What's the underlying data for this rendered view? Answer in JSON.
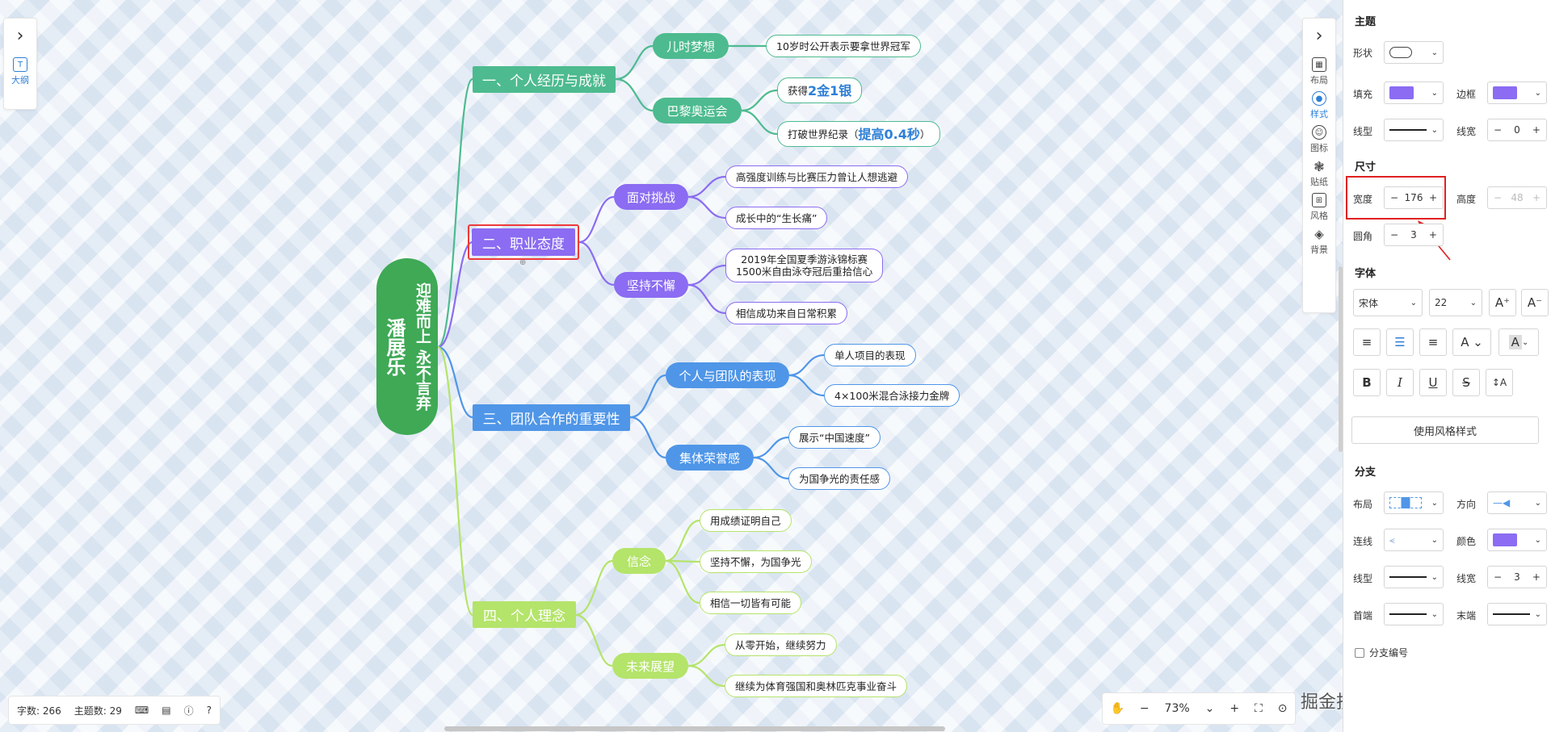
{
  "left_panel": {
    "outline_label": "大纲"
  },
  "root": {
    "col1": "迎难而上 永不言弃",
    "col2": "潘展乐"
  },
  "topics": [
    {
      "label": "一、个人经历与成就",
      "color": "#4dbb8f"
    },
    {
      "label": "二、职业态度",
      "color": "#8b6cf2"
    },
    {
      "label": "三、团队合作的重要性",
      "color": "#4f96e8"
    },
    {
      "label": "四、个人理念",
      "color": "#b4e46a"
    }
  ],
  "subs": [
    "儿时梦想",
    "巴黎奥运会",
    "面对挑战",
    "坚持不懈",
    "个人与团队的表现",
    "集体荣誉感",
    "信念",
    "未来展望"
  ],
  "leaves": {
    "l1": "10岁时公开表示要拿世界冠军",
    "l2_pre": "获得",
    "l2_hl": "2金1银",
    "l3_pre": "打破世界纪录（",
    "l3_hl": "提高0.4秒",
    "l4": "高强度训练与比赛压力曾让人想逃避",
    "l5": "成长中的“生长痛”",
    "l6a": "2019年全国夏季游泳锦标赛",
    "l6b": "1500米自由泳夺冠后重拾信心",
    "l7": "相信成功来自日常积累",
    "l8": "单人项目的表现",
    "l9": "4×100米混合泳接力金牌",
    "l10": "展示“中国速度”",
    "l11": "为国争光的责任感",
    "l12": "用成绩证明自己",
    "l13": "坚持不懈，为国争光",
    "l14": "相信一切皆有可能",
    "l15": "从零开始，继续努力",
    "l16": "继续为体育强国和奥林匹克事业奋斗"
  },
  "toolbar": {
    "items": [
      {
        "label": "布局",
        "icon": "layout-icon"
      },
      {
        "label": "样式",
        "icon": "palette-icon"
      },
      {
        "label": "图标",
        "icon": "smile-icon"
      },
      {
        "label": "贴纸",
        "icon": "sticker-icon"
      },
      {
        "label": "风格",
        "icon": "grid-icon"
      },
      {
        "label": "背景",
        "icon": "layers-icon"
      }
    ]
  },
  "status": {
    "words": "字数: 266",
    "topics": "主题数: 29"
  },
  "zoom": {
    "value": "73%"
  },
  "watermark": "掘金技术社区 @ 图形天下",
  "panel": {
    "topic_title": "主题",
    "shape_label": "形状",
    "fill_label": "填充",
    "border_label": "边框",
    "linetype_label": "线型",
    "linewidth_label": "线宽",
    "linewidth_value": "0",
    "size_title": "尺寸",
    "width_label": "宽度",
    "width_value": "176",
    "height_label": "高度",
    "height_value": "48",
    "radius_label": "圆角",
    "radius_value": "3",
    "font_title": "字体",
    "font_family": "宋体",
    "font_size": "22",
    "use_style_button": "使用风格样式",
    "branch_title": "分支",
    "layout_label": "布局",
    "direction_label": "方向",
    "connector_label": "连线",
    "color_label": "颜色",
    "branch_linetype_label": "线型",
    "branch_linewidth_label": "线宽",
    "branch_linewidth_value": "3",
    "head_label": "首端",
    "tail_label": "末端",
    "numbering_label": "分支编号",
    "accent_color": "#8b6cf2"
  }
}
